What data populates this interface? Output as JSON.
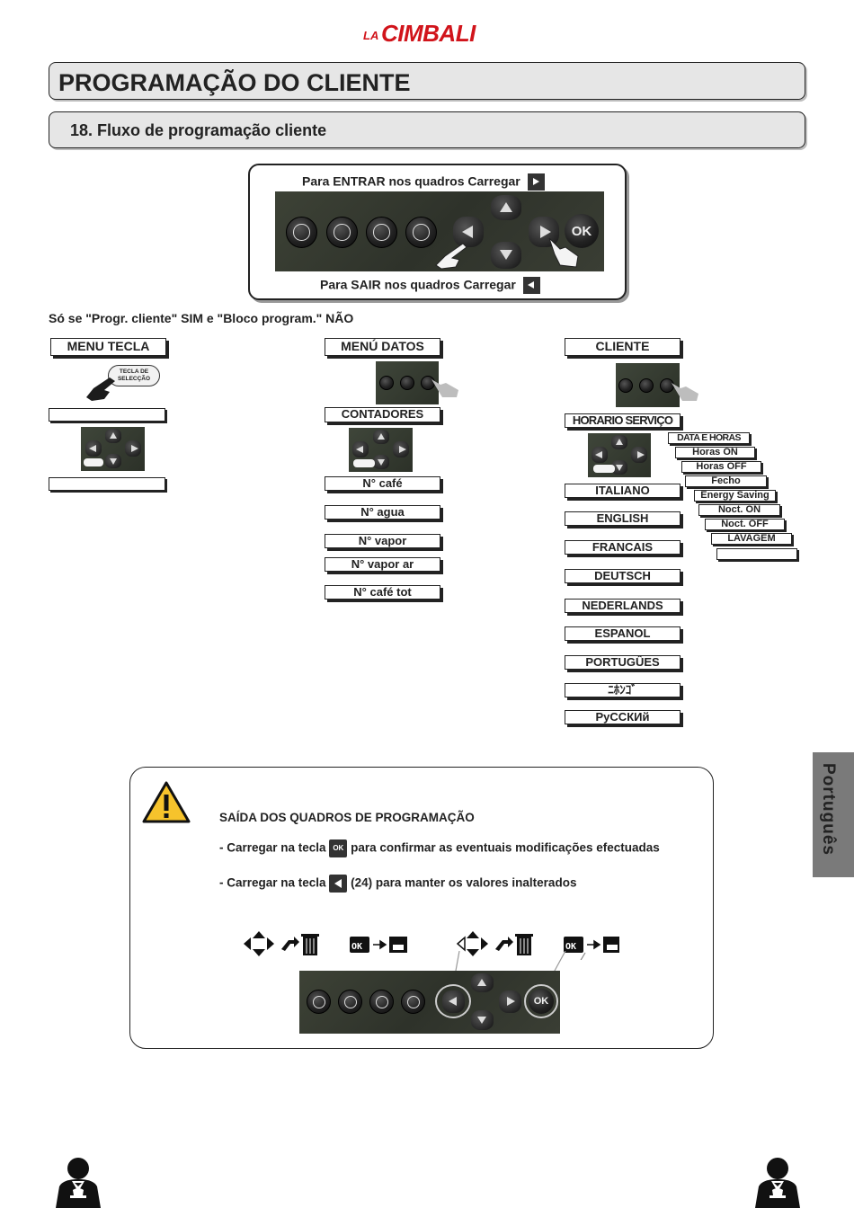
{
  "brand": {
    "logo_prefix": "LA",
    "logo_name": "CIMBALI",
    "color": "#d1141b"
  },
  "header": {
    "title": "PROGRAMAÇÃO DO CLIENTE"
  },
  "section": {
    "title": "18. Fluxo de programação cliente"
  },
  "panel": {
    "enter_caption": "Para ENTRAR nos quadros Carregar",
    "exit_caption": "Para SAIR nos quadros Carregar",
    "ok_label": "OK"
  },
  "condition_note": "Só se \"Progr. cliente\" SIM e \"Bloco program.\" NÃO",
  "col1": {
    "title": "MENU TECLA",
    "key_hint": "TECLA DE SELECÇÃO"
  },
  "col2": {
    "title": "MENÚ DATOS",
    "sub_title": "CONTADORES",
    "items": [
      "N° café",
      "N° agua",
      "N° vapor",
      "N° vapor  ar",
      "N° café tot"
    ]
  },
  "col3": {
    "title": "CLIENTE",
    "service": "HORARIO SERVIÇO",
    "languages": [
      "ITALIANO",
      "ENGLISH",
      "FRANCAIS",
      "DEUTSCH",
      "NEDERLANDS",
      "ESPANOL",
      "PORTUGÛES",
      "ﾆﾎﾝｺﾞ",
      "РуССКИй"
    ],
    "schedule": [
      "DATA E HORAS",
      "Horas ON",
      "Horas OFF",
      "Fecho",
      "Energy Saving",
      "Noct. ON",
      "Noct. OFF",
      "LAVAGEM"
    ]
  },
  "warning": {
    "title": "SAÍDA DOS QUADROS DE PROGRAMAÇÃO",
    "line1_before": "- Carregar na tecla",
    "line1_after": "para confirmar as eventuais modificações efectuadas",
    "line2_before": "- Carregar na tecla",
    "line2_after": "(24) para manter os valores inalterados",
    "ok_key": "OK",
    "icon_color": "#f6c32c"
  },
  "side_tab": {
    "label": "Português",
    "color": "#7a7a7a"
  }
}
